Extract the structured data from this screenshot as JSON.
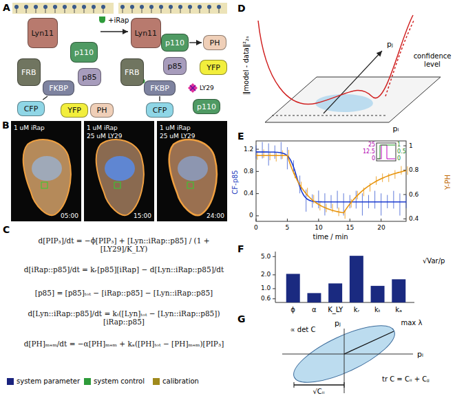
{
  "diagram": {
    "nodes": [
      {
        "text": [
          "Lyn11"
        ]
      },
      {
        "text": [
          "FRB"
        ]
      },
      {
        "text": [
          "FKBP"
        ]
      },
      {
        "text": [
          "p85"
        ]
      },
      {
        "text": [
          "p110"
        ]
      },
      {
        "text": [
          "CFP"
        ]
      },
      {
        "text": [
          "YFP"
        ]
      },
      {
        "text": [
          "PH"
        ]
      },
      {
        "text": [
          "Lyn11"
        ]
      },
      {
        "text": [
          "FRB"
        ]
      },
      {
        "text": [
          "FKBP"
        ]
      },
      {
        "text": [
          "p85"
        ]
      },
      {
        "text": [
          "p110"
        ]
      },
      {
        "text": [
          "PH"
        ]
      },
      {
        "text": [
          "YFP"
        ]
      },
      {
        "text": [
          "CFP"
        ]
      },
      {
        "text": [
          "p110"
        ]
      }
    ],
    "edges": [
      {
        "from": 2,
        "to": 5,
        "arrow": "none"
      },
      {
        "from": 10,
        "to": 15,
        "arrow": "none"
      },
      {
        "from": 12,
        "to": 13,
        "arrow": "to"
      }
    ],
    "labels": [
      "A",
      "+iRap",
      "LY29",
      "B",
      "1 uM iRap",
      "05:00",
      "1 uM iRap",
      "25 uM LY29",
      "15:00",
      "1 uM iRap",
      "25 uM LY29",
      "24:00",
      "C",
      "d[PIP₃]/dt = −ϕ[PIP₃] + [Lyn::iRap::p85] / (1 + [LY29]/K_LY)",
      "d[iRap::p85]/dt = kᵣ[p85][iRap] − d[Lyn::iRap::p85]/dt",
      "[p85] = [p85]ₜₒₜ − [iRap::p85] − [Lyn::iRap::p85]",
      "d[Lyn::iRap::p85]/dt = kₜ([Lyn]ₜₒₜ − [Lyn::iRap::p85])[iRap::p85]",
      "d[PH]ₘₑₘ/dt = −α[PH]ₘₑₘ + kₐ([PH]ₜₒₜ − [PH]ₘₑₘ)[PIP₃]",
      "D",
      "‖model - data‖²₂ₛ",
      "pⱼ",
      "pᵢ",
      "confidence level",
      "E",
      "CF-p85",
      "Y-PH",
      "time / min",
      "0",
      "5",
      "10",
      "15",
      "20",
      "0",
      "0.4",
      "0.8",
      "1.2",
      "0.4",
      "0.6",
      "0.8",
      "1",
      "25",
      "12.5",
      "0",
      "1",
      "0.5",
      "0",
      "F",
      "√Var/p",
      "0.6",
      "1.0",
      "2.0",
      "5.0",
      "ϕ",
      "α",
      "K_LY",
      "kᵣ",
      "kₜ",
      "kₐ",
      "G",
      "pⱼ",
      "pᵢ",
      "max λ",
      "∝ det C",
      "√Cᵢᵢ",
      "tr C = Cᵢᵢ + Cⱼⱼ"
    ],
    "legend": [
      {
        "text": "system parameter",
        "color": "#1a237e"
      },
      {
        "text": "system control",
        "color": "#2e9b3a"
      },
      {
        "text": "calibration",
        "color": "#a08a1c"
      }
    ]
  }
}
